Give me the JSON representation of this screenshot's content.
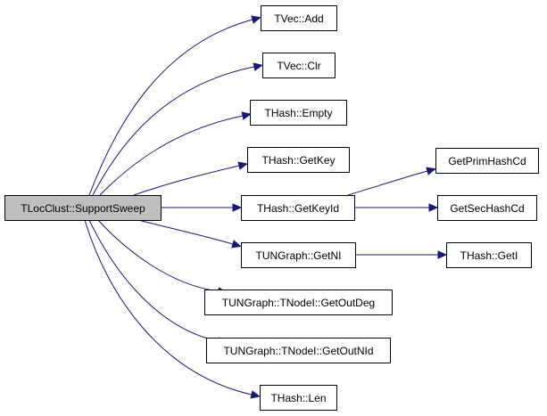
{
  "graph": {
    "root": "TLocClust::SupportSweep",
    "nodes": [
      "TVec::Add",
      "TVec::Clr",
      "THash::Empty",
      "THash::GetKey",
      "THash::GetKeyId",
      "TUNGraph::GetNI",
      "TUNGraph::TNodeI::GetOutDeg",
      "TUNGraph::TNodeI::GetOutNId",
      "THash::Len",
      "GetPrimHashCd",
      "GetSecHashCd",
      "THash::GetI"
    ]
  },
  "colors": {
    "edge": "#191970",
    "root_fill": "#bfbfbf"
  }
}
